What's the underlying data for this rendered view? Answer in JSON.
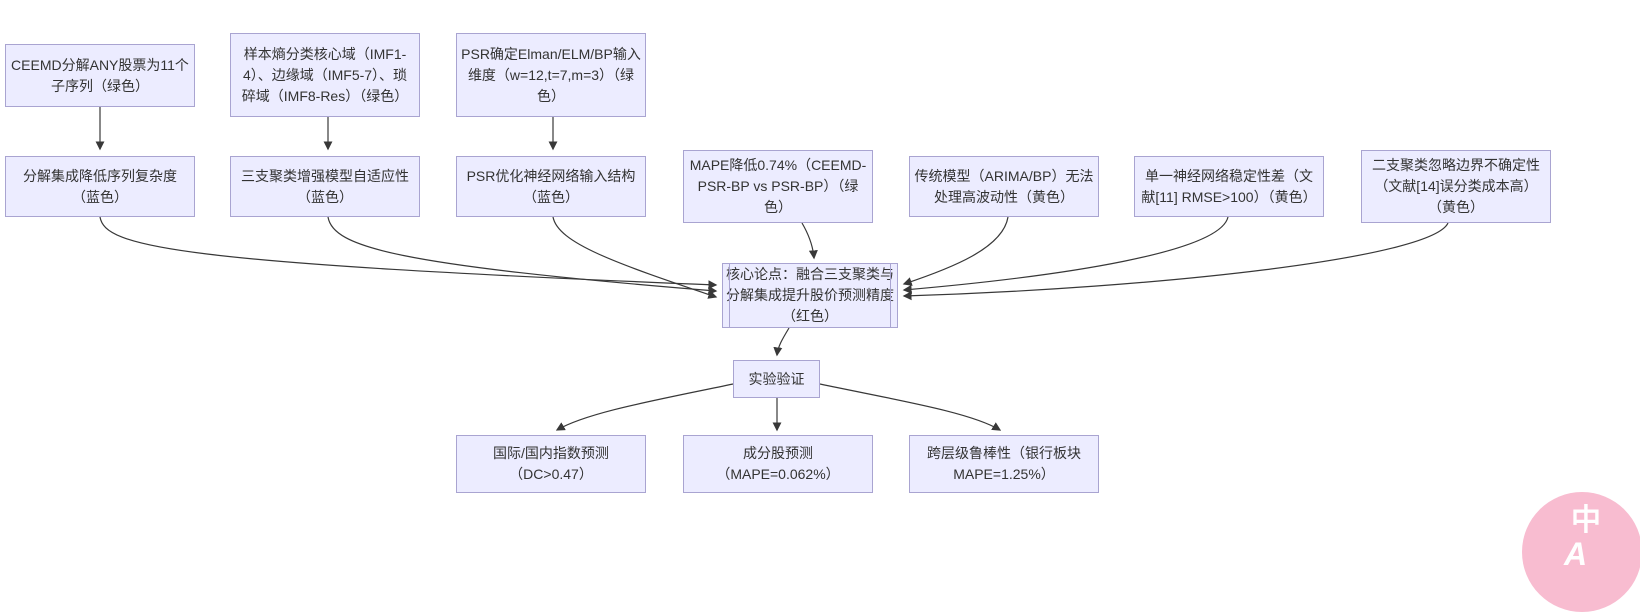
{
  "diagram": {
    "nodes": {
      "ceemd": {
        "lines": [
          "CEEMD分解ANY股票为11个",
          "子序列（绿色）"
        ]
      },
      "entropy": {
        "lines": [
          "样本熵分类核心域（IMF1-",
          "4）、边缘域（IMF5-7）、琐",
          "碎域（IMF8-Res）（绿色）"
        ]
      },
      "psr_input": {
        "lines": [
          "PSR确定Elman/ELM/BP输入",
          "维度（w=12,t=7,m=3）（绿",
          "色）"
        ]
      },
      "decompose": {
        "lines": [
          "分解集成降低序列复杂度",
          "（蓝色）"
        ]
      },
      "threeway": {
        "lines": [
          "三支聚类增强模型自适应性",
          "（蓝色）"
        ]
      },
      "psr_opt": {
        "lines": [
          "PSR优化神经网络输入结构",
          "（蓝色）"
        ]
      },
      "mape": {
        "lines": [
          "MAPE降低0.74%（CEEMD-",
          "PSR-BP vs PSR-BP）（绿",
          "色）"
        ]
      },
      "traditional": {
        "lines": [
          "传统模型（ARIMA/BP）无法",
          "处理高波动性（黄色）"
        ]
      },
      "single_nn": {
        "lines": [
          "单一神经网络稳定性差（文",
          "献[11] RMSE>100）（黄色）"
        ]
      },
      "twoway": {
        "lines": [
          "二支聚类忽略边界不确定性",
          "（文献[14]误分类成本高）",
          "（黄色）"
        ]
      },
      "core": {
        "lines": [
          "核心论点：融合三支聚类与",
          "分解集成提升股价预测精度",
          "（红色）"
        ]
      },
      "experiment": {
        "lines": [
          "实验验证"
        ]
      },
      "index_pred": {
        "lines": [
          "国际/国内指数预测",
          "（DC>0.47）"
        ]
      },
      "stock_pred": {
        "lines": [
          "成分股预测",
          "（MAPE=0.062%）"
        ]
      },
      "robustness": {
        "lines": [
          "跨层级鲁棒性（银行板块",
          "MAPE=1.25%）"
        ]
      }
    },
    "colors": {
      "node_fill": "#ECECFF",
      "node_border": "#A9A4D1",
      "edge": "#383838",
      "text": "#333333",
      "badge": "#F8BCD0"
    },
    "badge": {
      "label_zh": "中",
      "label_en": "A"
    }
  }
}
